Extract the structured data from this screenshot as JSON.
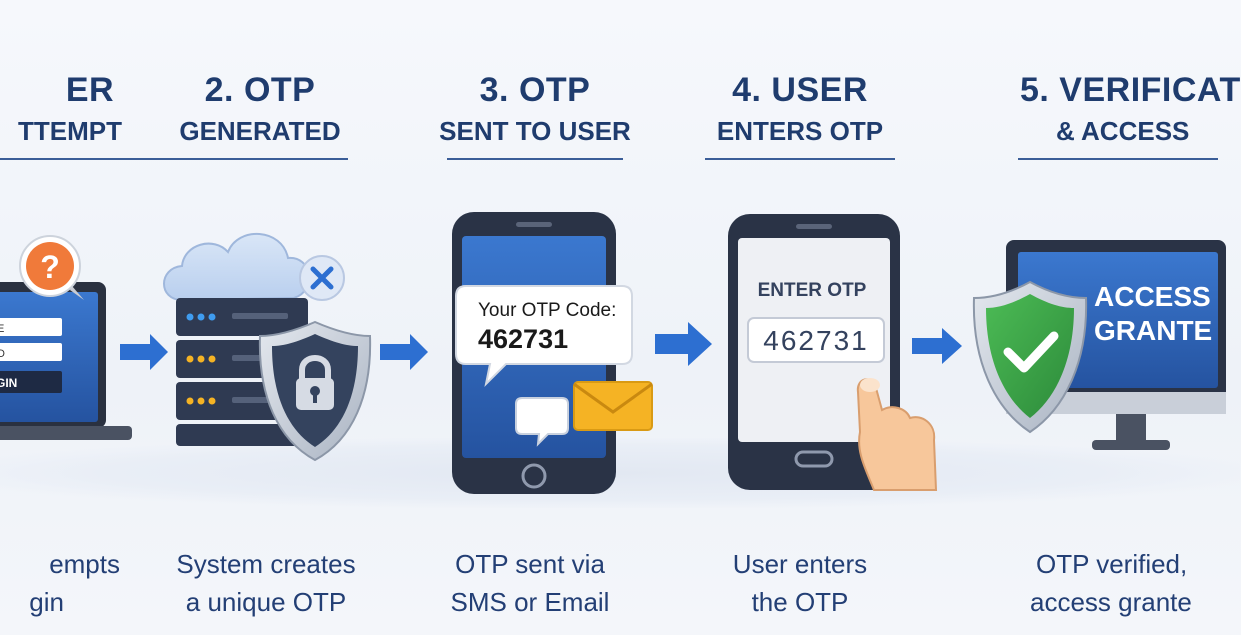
{
  "steps": [
    {
      "id": "1",
      "title_line1": "ER",
      "title_line2": "TTEMPT",
      "desc_line1": "empts",
      "desc_line2": "gin"
    },
    {
      "id": "2",
      "title_line1": "2. OTP",
      "title_line2": "GENERATED",
      "desc_line1": "System creates",
      "desc_line2": "a unique OTP"
    },
    {
      "id": "3",
      "title_line1": "3. OTP",
      "title_line2": "SENT TO USER",
      "desc_line1": "OTP sent via",
      "desc_line2": "SMS or Email"
    },
    {
      "id": "4",
      "title_line1": "4. USER",
      "title_line2": "ENTERS OTP",
      "desc_line1": "User enters",
      "desc_line2": "the OTP"
    },
    {
      "id": "5",
      "title_line1": "5. VERIFICAT",
      "title_line2": "& ACCESS",
      "desc_line1": "OTP verified,",
      "desc_line2": "access grante"
    }
  ],
  "login_screen": {
    "button": "GIN",
    "field1": "E",
    "field2": "D"
  },
  "sms_bubble": {
    "label": "Your OTP Code:",
    "code": "462731"
  },
  "enter_screen": {
    "label": "ENTER OTP",
    "code": "462731"
  },
  "access_screen": {
    "line1": "ACCESS",
    "line2": "GRANTE"
  },
  "icons": [
    "question-icon",
    "cloud-icon",
    "error-x-icon",
    "server-icon",
    "lock-shield-icon",
    "chat-icon",
    "envelope-icon",
    "hand-icon",
    "check-shield-icon",
    "arrow-right-icon"
  ],
  "colors": {
    "navy": "#1f3c6e",
    "blue": "#2d6fd1",
    "screen_blue": "#2e5fae",
    "orange": "#f07a3a",
    "green": "#3aa64a",
    "gold": "#f5b324"
  }
}
